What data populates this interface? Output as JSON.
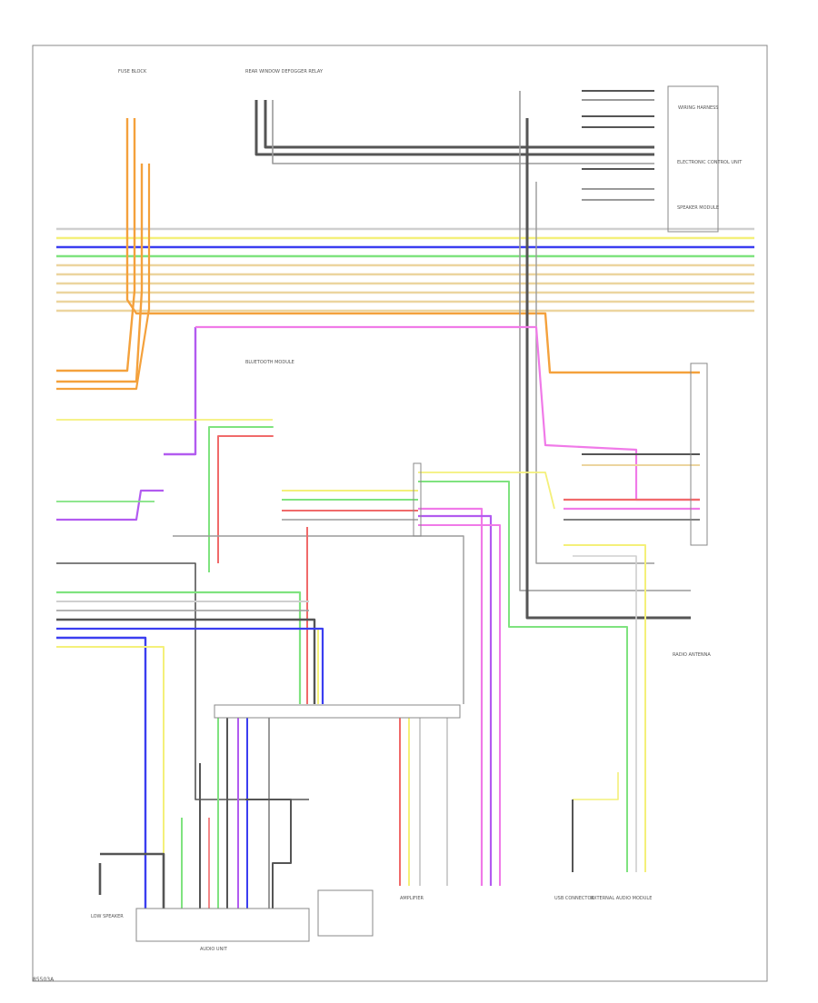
{
  "diagram": {
    "page_ref": "85503A",
    "colors": {
      "orange": "#f4a13c",
      "yellow": "#f4f07a",
      "blue": "#3b3ef0",
      "green": "#7fe37f",
      "tan": "#ecd59f",
      "gray": "#9a9a9a",
      "darkgray": "#555555",
      "violet": "#b25bf0",
      "pink": "#f07ae8",
      "red": "#f06a6a",
      "lightgray": "#cfcfcf",
      "frame": "#888888"
    },
    "labels": {
      "fuse_panel": "FUSE BLOCK",
      "rear_window_defogger": "REAR WINDOW DEFOGGER RELAY",
      "wires_harness": "WIRING HARNESS",
      "electronic_control": "ELECTRONIC CONTROL UNIT",
      "speaker_module": "SPEAKER MODULE",
      "radio_antenna": "RADIO ANTENNA",
      "external_audio": "EXTERNAL AUDIO MODULE",
      "audio_unit": "AUDIO UNIT",
      "bluetooth": "BLUETOOTH MODULE",
      "usb_connector": "USB CONNECTOR",
      "low_speaker": "LOW SPEAKER",
      "amplifier": "AMPLIFIER"
    }
  }
}
